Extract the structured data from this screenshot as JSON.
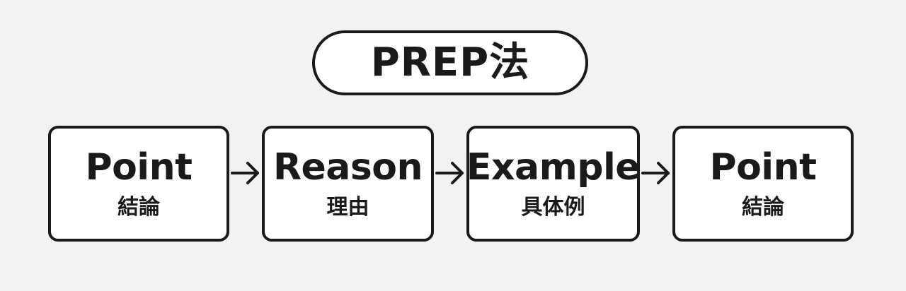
{
  "title": "PREP法",
  "steps": [
    {
      "en": "Point",
      "ja": "結論"
    },
    {
      "en": "Reason",
      "ja": "理由"
    },
    {
      "en": "Example",
      "ja": "具体例"
    },
    {
      "en": "Point",
      "ja": "結論"
    }
  ],
  "colors": {
    "background": "#f2f2f2",
    "box_fill": "#ffffff",
    "stroke": "#1a1a1a"
  },
  "icons": {
    "connector": "arrow-right-icon"
  }
}
